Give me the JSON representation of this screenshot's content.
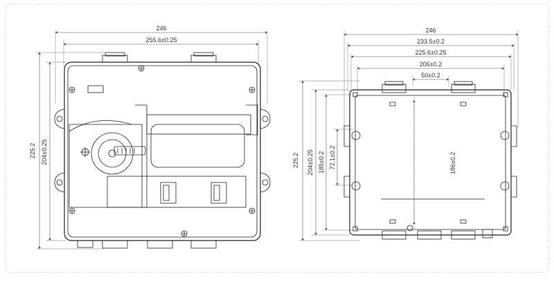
{
  "front_view": {
    "width_overall": "246",
    "width_mount": "255.6±0.25",
    "height_overall": "225.2",
    "height_mount": "204±0.25"
  },
  "rear_view": {
    "width_overall": "246",
    "width_a": "233.5±0.2",
    "width_b": "225.6±0.25",
    "width_c": "206±0.2",
    "width_d": "50±0.2",
    "height_overall": "225.2",
    "height_a": "204±0.25",
    "height_b": "185±0.2",
    "height_c": "72.1±0.2",
    "height_d": "186±0.2"
  },
  "colors": {
    "line": "#222222",
    "dimension": "#555555",
    "frame": "#cccccc"
  }
}
